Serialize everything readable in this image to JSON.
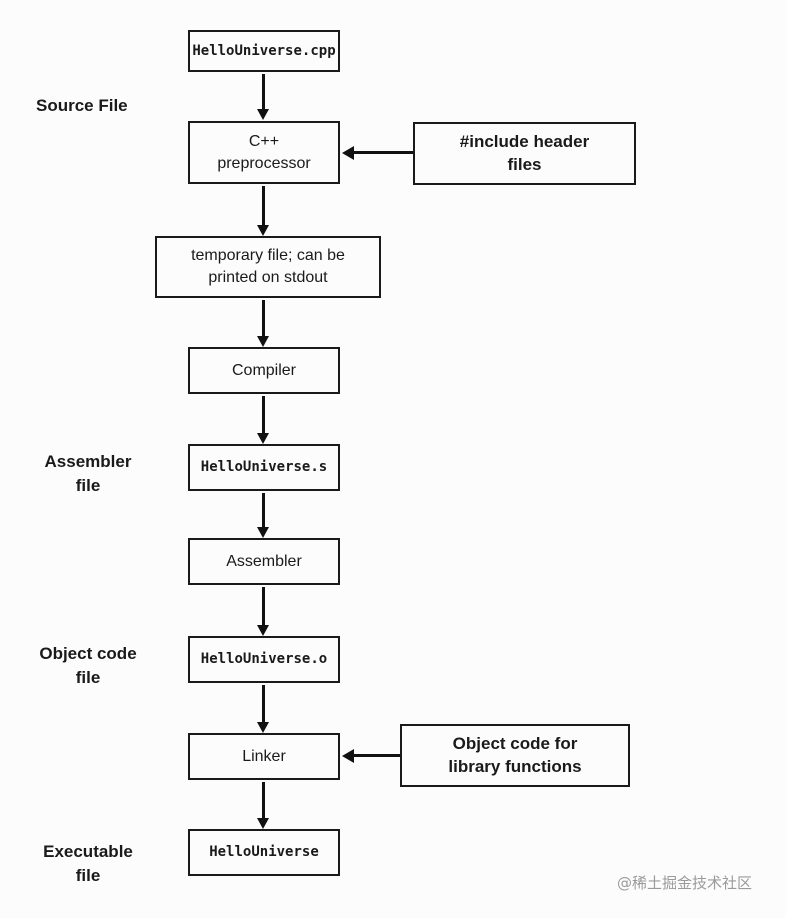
{
  "nodes": {
    "cpp_file": "HelloUniverse.cpp",
    "preprocessor": "C++\npreprocessor",
    "temp_file": "temporary file; can be\nprinted on stdout",
    "compiler": "Compiler",
    "asm_file": "HelloUniverse.s",
    "assembler": "Assembler",
    "obj_file": "HelloUniverse.o",
    "linker": "Linker",
    "executable": "HelloUniverse"
  },
  "annotations": {
    "include_headers": "#include header\nfiles",
    "library_objects": "Object code for\nlibrary functions"
  },
  "side_labels": {
    "source_file": "Source File",
    "assembler_file": "Assembler\nfile",
    "object_code_file": "Object code\nfile",
    "executable_file": "Executable\nfile"
  },
  "watermark": "@稀土掘金技术社区",
  "colors": {
    "border": "#1a1a1a",
    "background": "#fcfcfc",
    "watermark": "#9a9a9a"
  }
}
